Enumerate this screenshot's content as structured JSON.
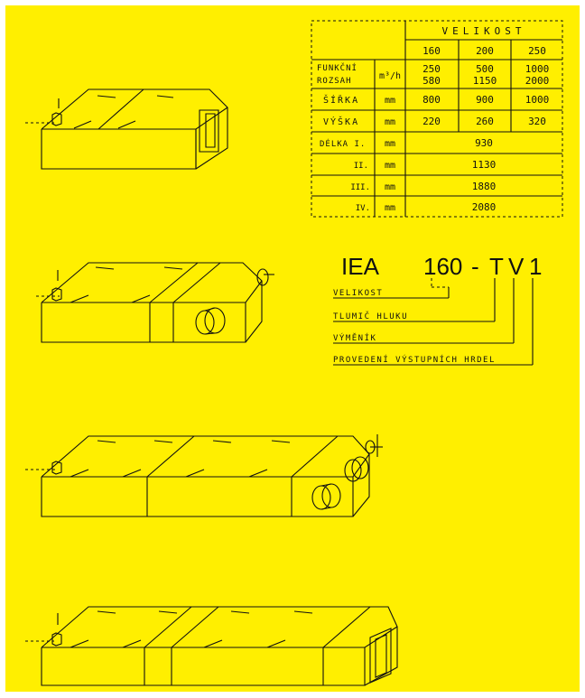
{
  "colors": {
    "background": "#ffef00",
    "ink": "#111111"
  },
  "table": {
    "group_header": "VELIKOST",
    "sizes": [
      "160",
      "200",
      "250"
    ],
    "rows": [
      {
        "label": "FUNKČNÍ ROZSAH",
        "label_line1": "FUNKČNÍ",
        "label_line2": "ROZSAH",
        "unit": "m³/h",
        "values_line1": [
          "250",
          "500",
          "1000"
        ],
        "values_line2": [
          "580",
          "1150",
          "2000"
        ]
      },
      {
        "label": "ŠÍŘKA",
        "unit": "mm",
        "values": [
          "800",
          "900",
          "1000"
        ]
      },
      {
        "label": "VÝŠKA",
        "unit": "mm",
        "values": [
          "220",
          "260",
          "320"
        ]
      },
      {
        "label": "DÉLKA I.",
        "unit": "mm",
        "value": "930"
      },
      {
        "label": "II.",
        "unit": "mm",
        "value": "1130"
      },
      {
        "label": "III.",
        "unit": "mm",
        "value": "1880"
      },
      {
        "label": "IV.",
        "unit": "mm",
        "value": "2080"
      }
    ]
  },
  "designation": {
    "prefix": "IEA",
    "size": "160",
    "dash": "-",
    "t": "T",
    "v": "V",
    "n": "1",
    "legend": [
      "VELIKOST",
      "TLUMIČ HLUKU",
      "VÝMĚNÍK",
      "PROVEDENÍ VÝSTUPNÍCH HRDEL"
    ]
  },
  "units": [
    {
      "variant": "I",
      "outlet": "rectangular"
    },
    {
      "variant": "II",
      "outlet": "round"
    },
    {
      "variant": "III",
      "outlet": "round"
    },
    {
      "variant": "IV",
      "outlet": "rectangular"
    }
  ]
}
